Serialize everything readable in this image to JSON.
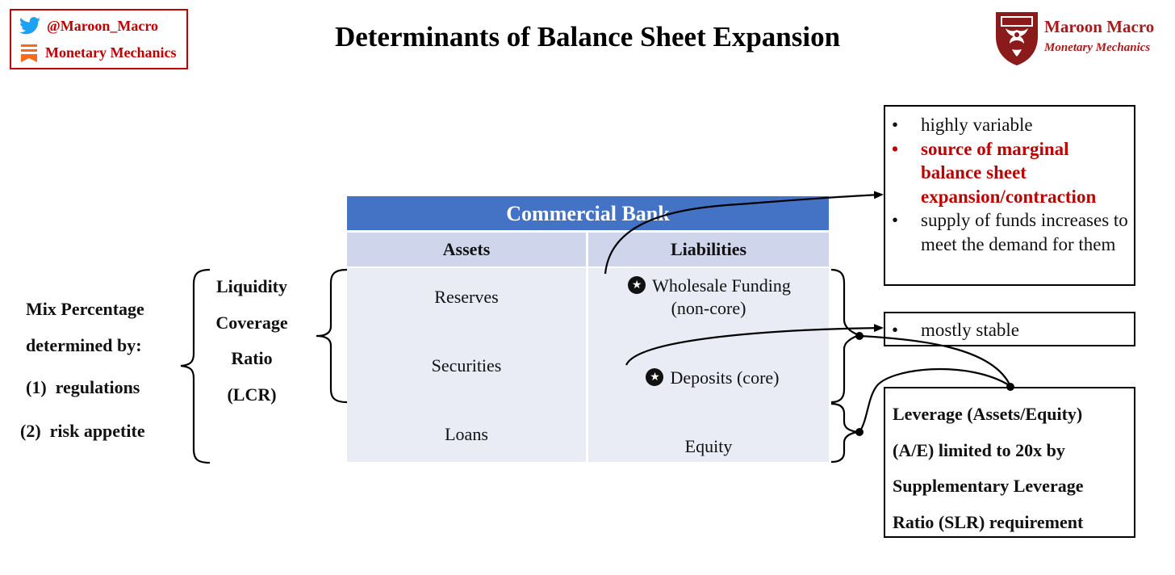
{
  "header": {
    "twitter_handle": "@Maroon_Macro",
    "substack_name": "Monetary Mechanics",
    "title": "Determinants of Balance Sheet Expansion"
  },
  "logo": {
    "name": "Maroon Macro",
    "subtitle": "Monetary Mechanics",
    "icon": "phoenix-shield-icon",
    "color": "#a51c1c"
  },
  "left": {
    "mix_lines": [
      "Mix Percentage",
      "determined by:",
      "(1)  regulations",
      "(2)  risk appetite"
    ],
    "lcr_lines": [
      "Liquidity",
      "Coverage",
      "Ratio",
      "(LCR)"
    ]
  },
  "table": {
    "title": "Commercial Bank",
    "header_color": "#4472c4",
    "columns": [
      "Assets",
      "Liabilities"
    ],
    "assets": [
      "Reserves",
      "Securities",
      "Loans"
    ],
    "liabilities": {
      "wholesale_line1": "Wholesale Funding",
      "wholesale_line2": "(non-core)",
      "deposits": "Deposits (core)",
      "equity": "Equity"
    },
    "star_icon": "star-icon"
  },
  "boxes": {
    "wholesale": {
      "bullets": [
        {
          "text": "highly variable",
          "emphasis": false
        },
        {
          "text": "source of marginal balance sheet expansion/contraction",
          "emphasis": true
        },
        {
          "text": "supply of funds increases to meet the demand for them",
          "emphasis": false
        }
      ],
      "emphasis_color": "#c00000"
    },
    "deposits": {
      "bullets": [
        {
          "text": "mostly stable",
          "emphasis": false
        }
      ]
    },
    "leverage": {
      "lines": [
        "Leverage (Assets/Equity)",
        "(A/E) limited to 20x by",
        "Supplementary Leverage",
        "Ratio (SLR) requirement"
      ]
    }
  }
}
